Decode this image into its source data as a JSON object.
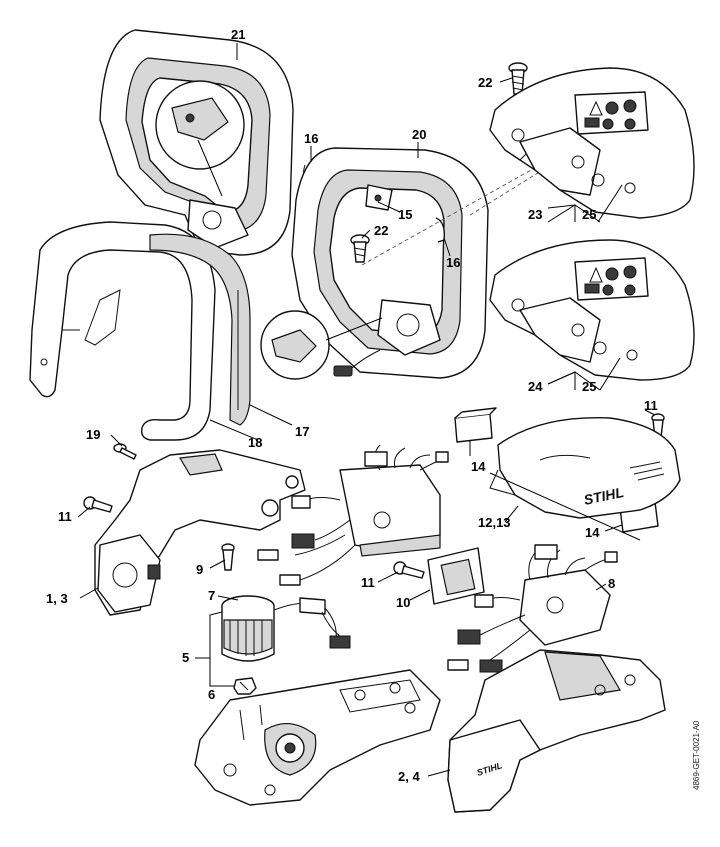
{
  "diagram": {
    "drawing_code": "4869-GET-0021-A0",
    "brand_mark": "STIHL",
    "part_labels": {
      "p21": "21",
      "p22a": "22",
      "p16a": "16",
      "p20": "20",
      "p15": "15",
      "p22b": "22",
      "p16b": "16",
      "p23": "23",
      "p25a": "25",
      "p17": "17",
      "p18": "18",
      "p24": "24",
      "p25b": "25",
      "p19": "19",
      "p11a": "11",
      "p14a": "14",
      "p11b": "11",
      "p12_13": "12,13",
      "p14b": "14",
      "p1_3": "1, 3",
      "p9": "9",
      "p11c": "11",
      "p8": "8",
      "p10": "10",
      "p7": "7",
      "p5": "5",
      "p6": "6",
      "p2_4": "2, 4"
    }
  }
}
